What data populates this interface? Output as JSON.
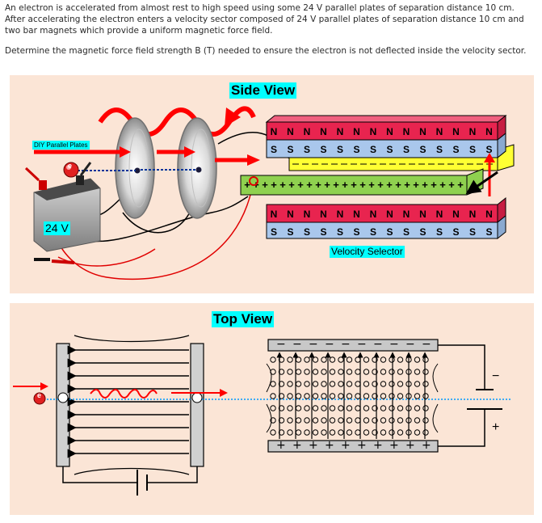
{
  "problem": {
    "paragraph1": "An electron is accelerated from almost rest to high speed using some 24 V parallel plates of separation distance 10 cm.  After accelerating the electron enters a velocity sector composed of 24 V parallel plates of separation distance 10 cm and two bar magnets which provide a uniform magnetic force field.",
    "paragraph2": "Determine the magnetic force field strength B (T) needed to ensure the electron is not deflected inside the velocity sector."
  },
  "side_view": {
    "title": "Side View",
    "plates_label": "DIY Parallel Plates",
    "battery_label": "24 V",
    "selector_label": "Velocity Selector",
    "electron_symbol": "e",
    "magnet_top_pole": "N",
    "magnet_bottom_pole": "S",
    "plate_charge": "+"
  },
  "top_view": {
    "title": "Top View",
    "electron_symbol": "e",
    "plate_top_sign": "−",
    "plate_bottom_sign": "+",
    "battery_top_sign": "−",
    "battery_bottom_sign": "+"
  },
  "colors": {
    "panel_bg": "#fbe5d6",
    "label_bg": "#00ffff",
    "arrow_red": "#ff0000",
    "magnet_red": "#e8244f",
    "magnet_blue": "#a9c7ec",
    "plate_green": "#8fd14f",
    "plate_yellow": "#ffff33"
  }
}
